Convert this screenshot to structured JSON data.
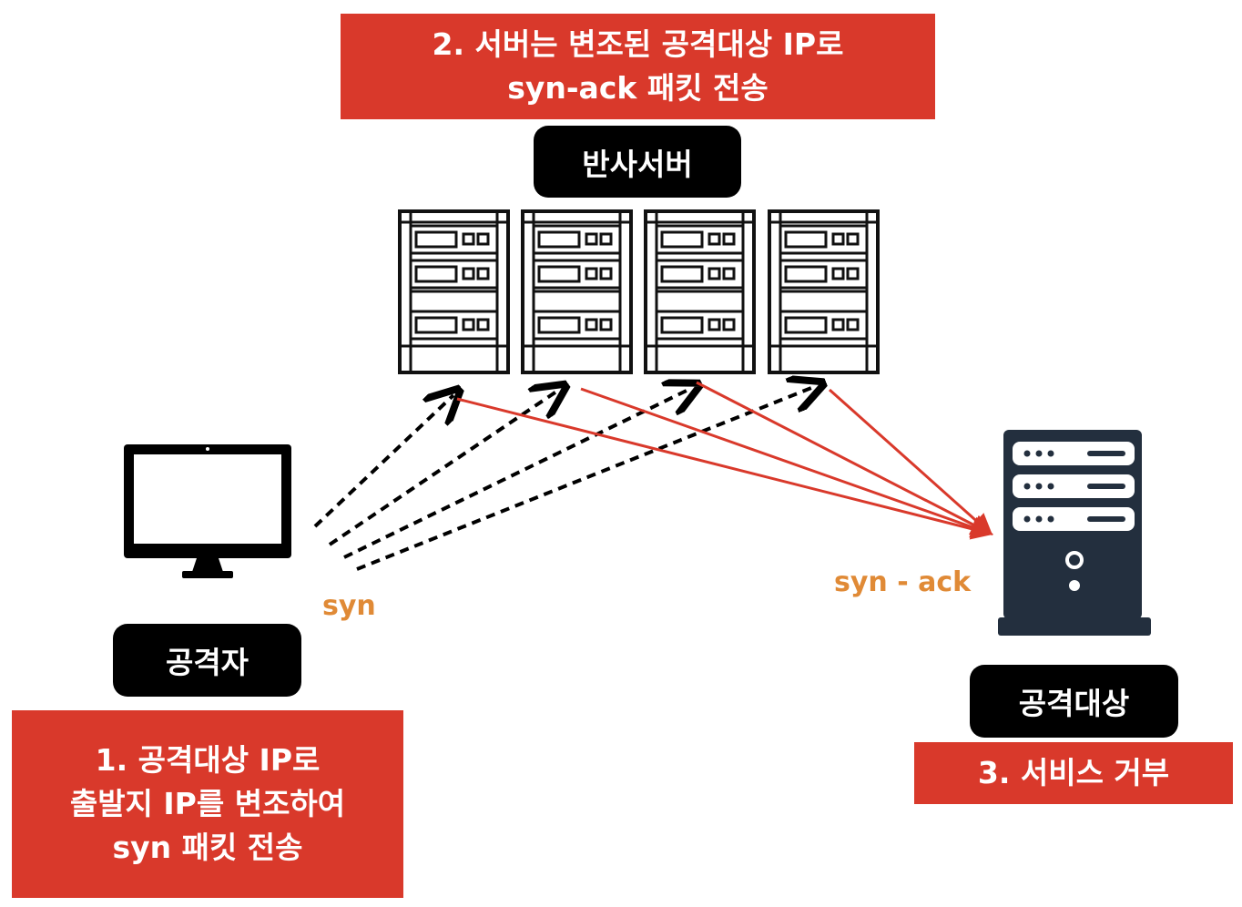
{
  "reflector": {
    "step_lines": [
      "2. 서버는 변조된 공격대상 IP로",
      "syn-ack 패킷 전송"
    ],
    "label": "반사서버"
  },
  "attacker": {
    "label": "공격자",
    "step_lines": [
      "1. 공격대상 IP로",
      "출발지 IP를 변조하여",
      "syn 패킷 전송"
    ]
  },
  "target": {
    "label": "공격대상",
    "step": "3. 서비스 거부"
  },
  "arrows": {
    "syn_label": "syn",
    "synack_label": "syn - ack"
  },
  "colors": {
    "step_box": "#d9392b",
    "label_box": "#000000",
    "arrow_label": "#e08a36",
    "synack_arrow": "#d9392b",
    "syn_arrow": "#000000"
  },
  "icons": {
    "attacker": "monitor-icon",
    "reflector": "server-rack-icon",
    "target": "server-tower-icon"
  }
}
